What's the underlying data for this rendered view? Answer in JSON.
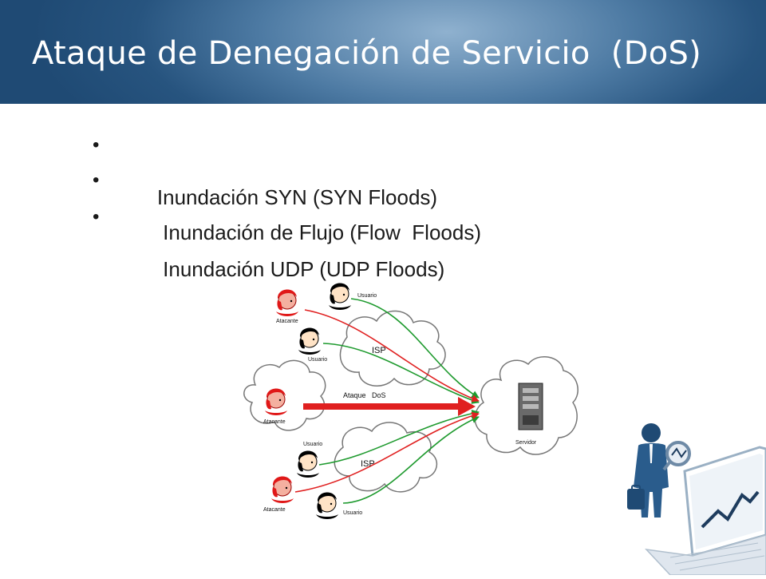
{
  "slide": {
    "title": "Ataque de Denegación de Servicio  (DoS)",
    "bullets": [
      "Inundación SYN (SYN Floods)",
      " Inundación de Flujo (Flow  Floods)",
      " Inundación UDP (UDP Floods)"
    ],
    "bullet_symbol": "•"
  },
  "diagram": {
    "labels": {
      "usuario": "Usuario",
      "atacante": "Atacante",
      "isp": "ISP",
      "ataque": "Ataque   DoS",
      "servidor": "Servidor"
    },
    "colors": {
      "attack": "#e02020",
      "legit": "#1e9a2e",
      "header_dark": "#1f4a74"
    }
  }
}
